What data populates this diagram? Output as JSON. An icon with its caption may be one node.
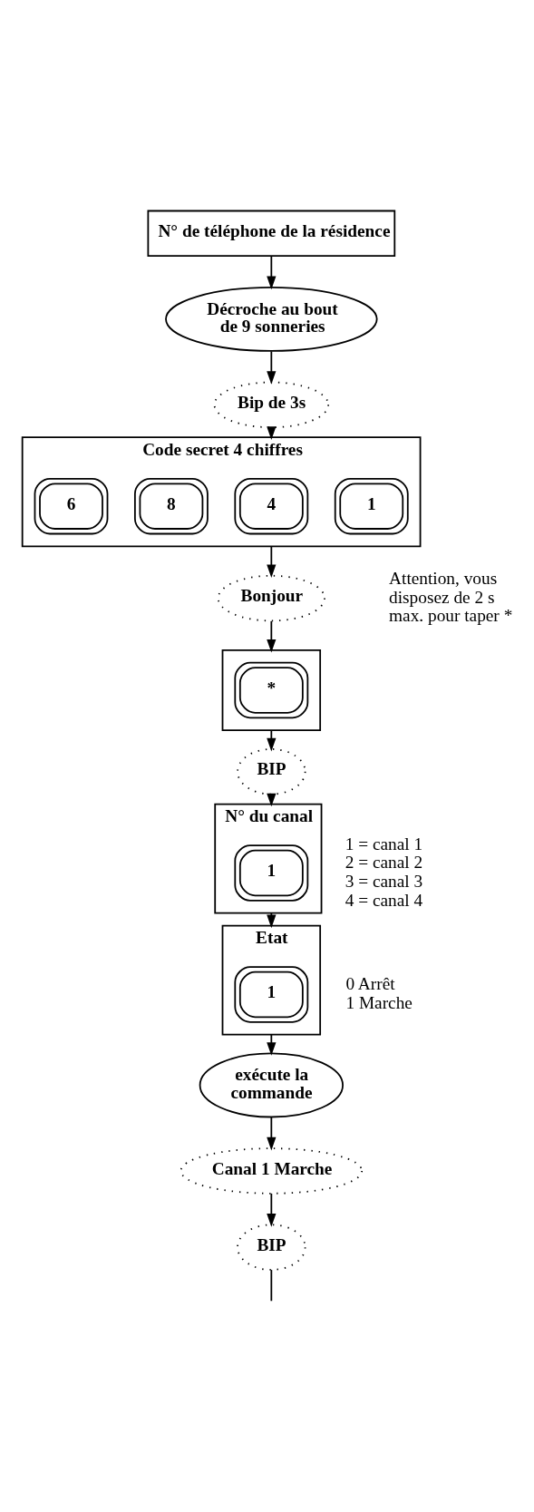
{
  "diagram": {
    "nodes": [
      {
        "text": [
          "N° de téléphone de la résidence"
        ]
      },
      {
        "text": [
          "Décroche au bout de 9 sonneries"
        ]
      },
      {
        "text": [
          "Bip de 3s"
        ]
      },
      {
        "text": [
          "Code secret 4 chiffres"
        ]
      },
      {
        "text": [
          "6"
        ],
        "in": 3
      },
      {
        "text": [
          "8"
        ],
        "in": 3
      },
      {
        "text": [
          "4"
        ],
        "in": 3
      },
      {
        "text": [
          "1"
        ],
        "in": 3
      },
      {
        "text": [
          "Bonjour"
        ],
        "beside": [
          "Attention, vous disposez de 2 s max. pour taper *"
        ]
      },
      {
        "text": [],
        "shape": "box"
      },
      {
        "text": [
          "*"
        ],
        "in": 9
      },
      {
        "text": [
          "BIP"
        ]
      },
      {
        "text": [
          "N° du canal"
        ],
        "beside": [
          "1 = canal 1",
          "2 = canal 2",
          "3 = canal 3",
          "4 = canal 4"
        ]
      },
      {
        "text": [
          "1"
        ],
        "in": 12
      },
      {
        "text": [
          "Etat"
        ],
        "beside": [
          "0 Arrêt",
          "1 Marche"
        ]
      },
      {
        "text": [
          "1"
        ],
        "in": 14
      },
      {
        "text": [
          "exécute la commande"
        ]
      },
      {
        "text": [
          "Canal 1 Marche"
        ]
      },
      {
        "text": [
          "BIP"
        ]
      }
    ],
    "edges": [
      {
        "from": 0,
        "to": 1,
        "arrow": "to"
      },
      {
        "from": 1,
        "to": 2,
        "arrow": "to"
      },
      {
        "from": 2,
        "to": 3,
        "arrow": "to"
      },
      {
        "from": 3,
        "to": 8,
        "arrow": "to"
      },
      {
        "from": 8,
        "to": 9,
        "arrow": "to"
      },
      {
        "from": 9,
        "to": 11,
        "arrow": "to"
      },
      {
        "from": 11,
        "to": 12,
        "arrow": "to"
      },
      {
        "from": 12,
        "to": 14,
        "arrow": "to"
      },
      {
        "from": 14,
        "to": 16,
        "arrow": "to"
      },
      {
        "from": 16,
        "to": 17,
        "arrow": "to"
      },
      {
        "from": 17,
        "to": 18,
        "arrow": "to"
      },
      {
        "from": 18,
        "to": null,
        "arrow": "none"
      }
    ]
  }
}
